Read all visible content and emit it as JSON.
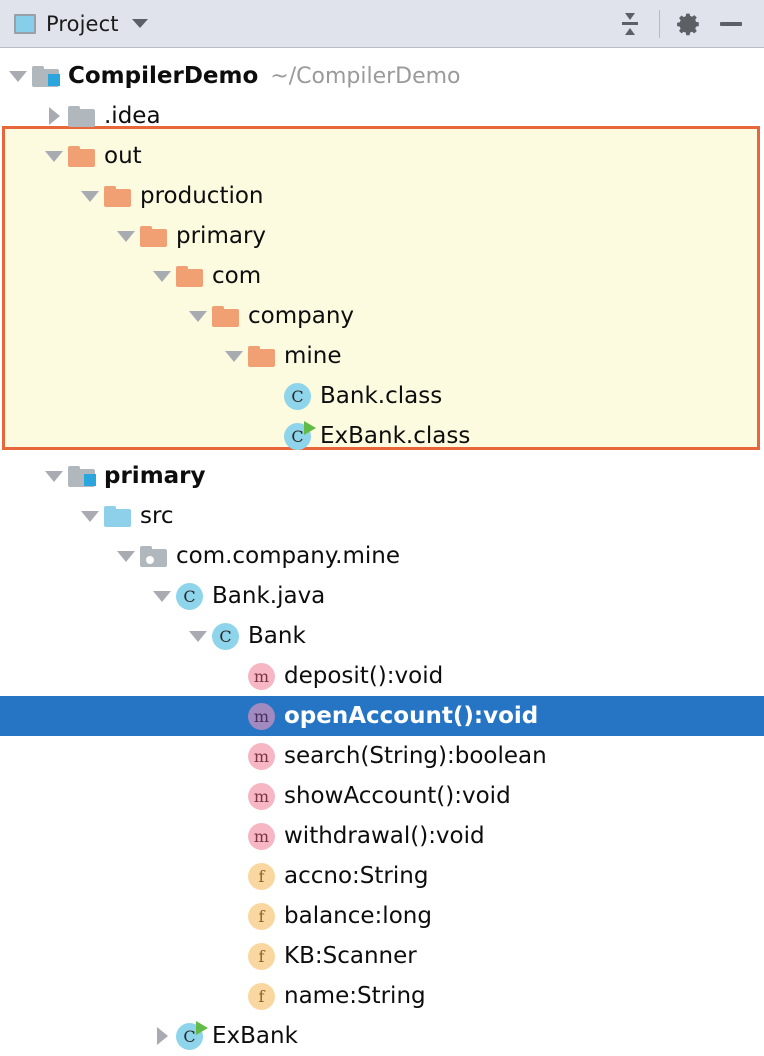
{
  "toolbar": {
    "title": "Project",
    "project_icon": "project-window-icon",
    "dropdown_icon": "chevron-down-icon",
    "collapse_all_icon": "collapse-all-icon",
    "settings_icon": "gear-icon",
    "minimize_icon": "minimize-icon"
  },
  "colors": {
    "toolbar_bg": "#E0E3EB",
    "selection_bg": "#2675C4",
    "selection_fg": "#FFFFFF",
    "highlight_bg": "#FCFBE0",
    "highlight_border": "#E8663C",
    "folder_orange": "#F0A072",
    "folder_gray": "#B0B7BD",
    "folder_blue": "#8ED0EA",
    "class_icon": "#8ED4EA",
    "method_icon": "#F6B6C4",
    "field_icon": "#FAD7A0",
    "run_badge_green": "#62BB46",
    "path_text": "#9A9A9A"
  },
  "tree": {
    "nodes": [
      {
        "label": "CompilerDemo",
        "path": "~/CompilerDemo",
        "depth": 0,
        "toggle": "expanded",
        "icon": "module-folder-icon",
        "bold": true
      },
      {
        "label": ".idea",
        "path": "",
        "depth": 1,
        "toggle": "collapsed",
        "icon": "folder-gray-icon",
        "bold": false
      },
      {
        "label": "out",
        "path": "",
        "depth": 1,
        "toggle": "expanded",
        "icon": "folder-orange-icon",
        "bold": false
      },
      {
        "label": "production",
        "path": "",
        "depth": 2,
        "toggle": "expanded",
        "icon": "folder-orange-icon",
        "bold": false
      },
      {
        "label": "primary",
        "path": "",
        "depth": 3,
        "toggle": "expanded",
        "icon": "folder-orange-icon",
        "bold": false
      },
      {
        "label": "com",
        "path": "",
        "depth": 4,
        "toggle": "expanded",
        "icon": "folder-orange-icon",
        "bold": false
      },
      {
        "label": "company",
        "path": "",
        "depth": 5,
        "toggle": "expanded",
        "icon": "folder-orange-icon",
        "bold": false
      },
      {
        "label": "mine",
        "path": "",
        "depth": 6,
        "toggle": "expanded",
        "icon": "folder-orange-icon",
        "bold": false
      },
      {
        "label": "Bank.class",
        "path": "",
        "depth": 7,
        "toggle": "none",
        "icon": "class-icon",
        "bold": false
      },
      {
        "label": "ExBank.class",
        "path": "",
        "depth": 7,
        "toggle": "none",
        "icon": "class-runnable-icon",
        "bold": false
      },
      {
        "label": "primary",
        "path": "",
        "depth": 1,
        "toggle": "expanded",
        "icon": "module-folder-icon",
        "bold": true
      },
      {
        "label": "src",
        "path": "",
        "depth": 2,
        "toggle": "expanded",
        "icon": "folder-source-icon",
        "bold": false
      },
      {
        "label": "com.company.mine",
        "path": "",
        "depth": 3,
        "toggle": "expanded",
        "icon": "package-icon",
        "bold": false
      },
      {
        "label": "Bank.java",
        "path": "",
        "depth": 4,
        "toggle": "expanded",
        "icon": "class-icon",
        "bold": false
      },
      {
        "label": "Bank",
        "path": "",
        "depth": 5,
        "toggle": "expanded",
        "icon": "class-icon",
        "bold": false
      },
      {
        "label": "deposit():void",
        "path": "",
        "depth": 6,
        "toggle": "none",
        "icon": "method-icon",
        "bold": false
      },
      {
        "label": "openAccount():void",
        "path": "",
        "depth": 6,
        "toggle": "none",
        "icon": "method-icon",
        "bold": false,
        "selected": true
      },
      {
        "label": "search(String):boolean",
        "path": "",
        "depth": 6,
        "toggle": "none",
        "icon": "method-icon",
        "bold": false
      },
      {
        "label": "showAccount():void",
        "path": "",
        "depth": 6,
        "toggle": "none",
        "icon": "method-icon",
        "bold": false
      },
      {
        "label": "withdrawal():void",
        "path": "",
        "depth": 6,
        "toggle": "none",
        "icon": "method-icon",
        "bold": false
      },
      {
        "label": "accno:String",
        "path": "",
        "depth": 6,
        "toggle": "none",
        "icon": "field-icon",
        "bold": false
      },
      {
        "label": "balance:long",
        "path": "",
        "depth": 6,
        "toggle": "none",
        "icon": "field-icon",
        "bold": false
      },
      {
        "label": "KB:Scanner",
        "path": "",
        "depth": 6,
        "toggle": "none",
        "icon": "field-icon",
        "bold": false
      },
      {
        "label": "name:String",
        "path": "",
        "depth": 6,
        "toggle": "none",
        "icon": "field-icon",
        "bold": false
      },
      {
        "label": "ExBank",
        "path": "",
        "depth": 4,
        "toggle": "collapsed",
        "icon": "class-runnable-icon",
        "bold": false
      }
    ],
    "highlight": {
      "from_index": 2,
      "to_index": 9
    }
  }
}
